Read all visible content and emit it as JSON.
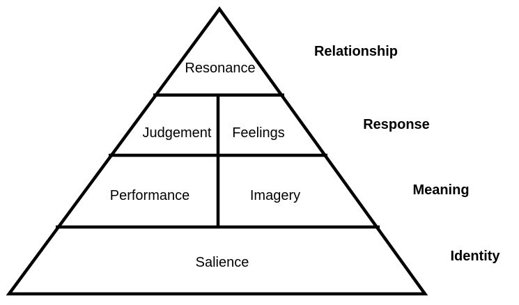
{
  "pyramid": {
    "blocks": [
      {
        "id": "resonance",
        "label": "Resonance"
      },
      {
        "id": "judgement",
        "label": "Judgement"
      },
      {
        "id": "feelings",
        "label": "Feelings"
      },
      {
        "id": "performance",
        "label": "Performance"
      },
      {
        "id": "imagery",
        "label": "Imagery"
      },
      {
        "id": "salience",
        "label": "Salience"
      }
    ],
    "stages": [
      {
        "id": "relationship",
        "label": "Relationship"
      },
      {
        "id": "response",
        "label": "Response"
      },
      {
        "id": "meaning",
        "label": "Meaning"
      },
      {
        "id": "identity",
        "label": "Identity"
      }
    ],
    "colors": {
      "stroke": "#000000",
      "background": "#ffffff"
    }
  }
}
